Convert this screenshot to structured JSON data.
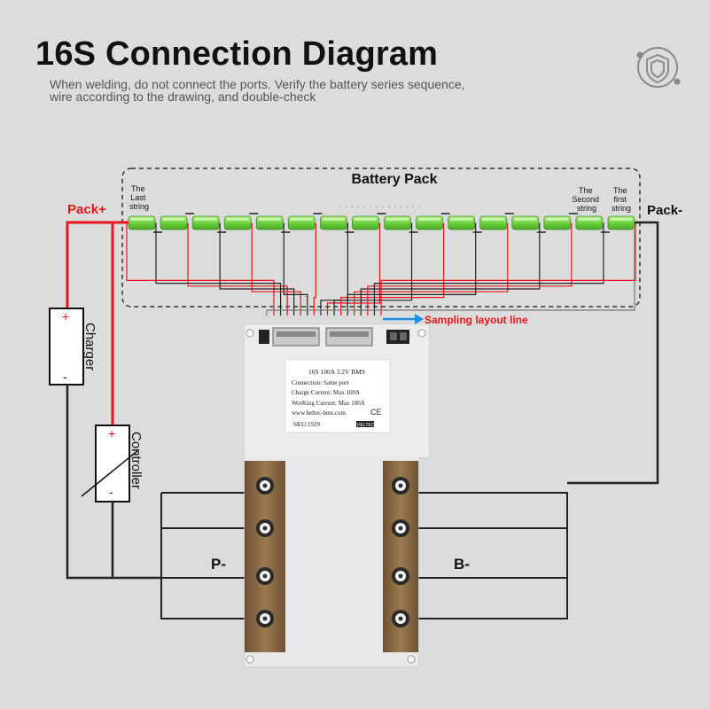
{
  "header": {
    "title": "16S Connection Diagram",
    "subtitle_line1": "When welding, do not connect the ports. Verify the battery series sequence,",
    "subtitle_line2": "wire according to the drawing, and double-check"
  },
  "battery_pack": {
    "label": "Battery Pack",
    "cell_count": 16,
    "last_string": [
      "The",
      "Last",
      "string"
    ],
    "second_string": [
      "The",
      "Second",
      "string"
    ],
    "first_string": [
      "The",
      "first",
      "string"
    ]
  },
  "terminals": {
    "pack_plus": "Pack+",
    "pack_minus": "Pack-",
    "p_minus": "P-",
    "b_minus": "B-",
    "sampling": "Sampling layout line"
  },
  "devices": {
    "charger": "Charger",
    "controller": "Controller",
    "plus": "+",
    "minus": "-"
  },
  "bms_label": {
    "model": "16S 100A 3.2V BMS",
    "connection": "Connection:  Same port",
    "charge_current": "Charge Current:  Max 100A",
    "working_current": "WorKing Current:  Max 100A",
    "website": "www.heltec-bms.com",
    "ce": "CE",
    "sku": "SKU:1929",
    "brand": "HELTEC"
  },
  "colors": {
    "red": "#e8141b",
    "cell_green": "#7ed957",
    "wire_dark": "#222222",
    "arrow_blue": "#1e90e0",
    "copper": "#8a6a45"
  },
  "icons": {
    "logo": "shield-icon"
  }
}
